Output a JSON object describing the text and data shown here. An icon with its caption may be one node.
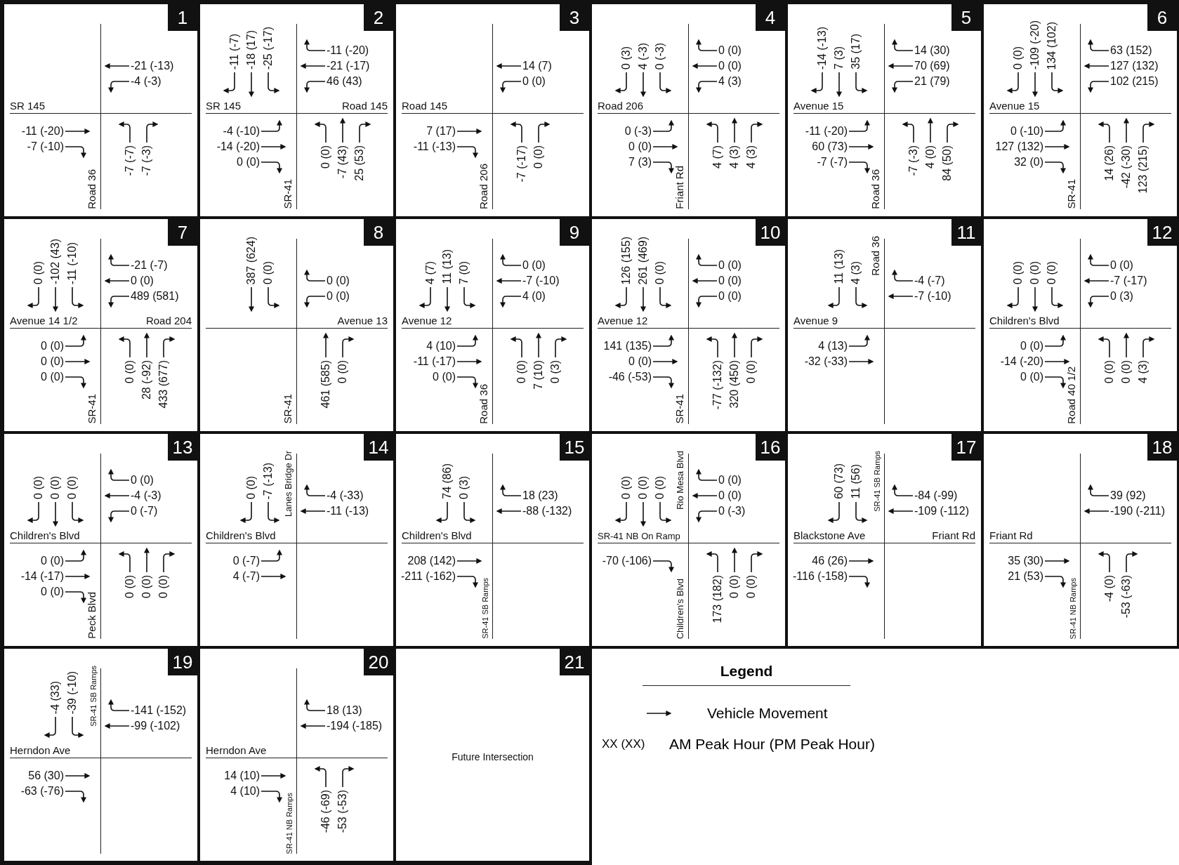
{
  "diagram": {
    "nodes": [
      {
        "text": [
          "1",
          "SR 145",
          "Road 36",
          "-21 (-13)",
          "-4 (-3)",
          "-11 (-20)",
          "-7 (-10)",
          "-7 (-7)",
          "-7 (-3)"
        ]
      },
      {
        "text": [
          "2",
          "SR 145",
          "Road 145",
          "SR-41",
          "-11 (-7)",
          "-18 (17)",
          "-25 (-17)",
          "-11 (-20)",
          "-21 (-17)",
          "46 (43)",
          "-4 (-10)",
          "-14 (-20)",
          "0 (0)",
          "0 (0)",
          "-7 (43)",
          "25 (53)"
        ]
      },
      {
        "text": [
          "3",
          "Road 145",
          "Road 206",
          "14 (7)",
          "0 (0)",
          "7 (17)",
          "-11 (-13)",
          "-7 (-17)",
          "0 (0)"
        ]
      },
      {
        "text": [
          "4",
          "Road 206",
          "Friant Rd",
          "0 (3)",
          "4 (-3)",
          "0 (-3)",
          "0 (0)",
          "0 (0)",
          "4 (3)",
          "0 (-3)",
          "0 (0)",
          "7 (3)",
          "4 (7)",
          "4 (3)",
          "4 (3)"
        ]
      },
      {
        "text": [
          "5",
          "Avenue 15",
          "Road 36",
          "-14 (-13)",
          "7 (3)",
          "35 (17)",
          "14 (30)",
          "70 (69)",
          "21 (79)",
          "-11 (-20)",
          "60 (73)",
          "-7 (-7)",
          "-7 (-3)",
          "4 (0)",
          "84 (50)"
        ]
      },
      {
        "text": [
          "6",
          "Avenue 15",
          "SR-41",
          "0 (0)",
          "-109 (-20)",
          "134 (102)",
          "63 (152)",
          "127 (132)",
          "102 (215)",
          "0 (-10)",
          "127 (132)",
          "32 (0)",
          "14 (26)",
          "-42 (-30)",
          "123 (215)"
        ]
      },
      {
        "text": [
          "7",
          "Avenue 14 1/2",
          "Road 204",
          "SR-41",
          "0 (0)",
          "-102 (43)",
          "-11 (-10)",
          "-21 (-7)",
          "0 (0)",
          "489 (581)",
          "0 (0)",
          "0 (0)",
          "0 (0)",
          "0 (0)",
          "28 (-92)",
          "433 (677)"
        ]
      },
      {
        "text": [
          "8",
          "Avenue 13",
          "SR-41",
          "387 (624)",
          "0 (0)",
          "0 (0)",
          "0 (0)",
          "461 (585)",
          "0 (0)"
        ]
      },
      {
        "text": [
          "9",
          "Avenue 12",
          "Road 36",
          "4 (7)",
          "11 (13)",
          "7 (0)",
          "0 (0)",
          "-7 (-10)",
          "4 (0)",
          "4 (10)",
          "-11 (-17)",
          "0 (0)",
          "0 (0)",
          "7 (10)",
          "0 (3)"
        ]
      },
      {
        "text": [
          "10",
          "Avenue 12",
          "SR-41",
          "126 (155)",
          "261 (469)",
          "0 (0)",
          "0 (0)",
          "0 (0)",
          "0 (0)",
          "141 (135)",
          "0 (0)",
          "-46 (-53)",
          "-77 (-132)",
          "320 (450)",
          "0 (0)"
        ]
      },
      {
        "text": [
          "11",
          "Road 36",
          "Avenue 9",
          "11 (13)",
          "4 (3)",
          "-4 (-7)",
          "-7 (-10)",
          "4 (13)",
          "-32 (-33)"
        ]
      },
      {
        "text": [
          "12",
          "Children's Blvd",
          "Road 40 1/2",
          "0 (0)",
          "0 (0)",
          "0 (0)",
          "0 (0)",
          "-7 (-17)",
          "0 (3)",
          "0 (0)",
          "-14 (-20)",
          "0 (0)",
          "0 (0)",
          "0 (0)",
          "4 (3)"
        ]
      },
      {
        "text": [
          "13",
          "Children's Blvd",
          "Peck Blvd",
          "0 (0)",
          "0 (0)",
          "0 (0)",
          "0 (0)",
          "-4 (-3)",
          "0 (-7)",
          "0 (0)",
          "-14 (-17)",
          "0 (0)",
          "0 (0)",
          "0 (0)",
          "0 (0)"
        ]
      },
      {
        "text": [
          "14",
          "Lanes Bridge Dr",
          "Children's Blvd",
          "0 (0)",
          "-7 (-13)",
          "-4 (-33)",
          "-11 (-13)",
          "0 (-7)",
          "4 (-7)"
        ]
      },
      {
        "text": [
          "15",
          "Children's Blvd",
          "SR-41 SB Ramps",
          "74 (86)",
          "0 (3)",
          "18 (23)",
          "-88 (-132)",
          "208 (142)",
          "-211 (-162)"
        ]
      },
      {
        "text": [
          "16",
          "Rio Mesa Blvd",
          "SR-41 NB On Ramp",
          "Children's Blvd",
          "0 (0)",
          "0 (0)",
          "0 (0)",
          "0 (0)",
          "0 (0)",
          "0 (-3)",
          "-70 (-106)",
          "173 (182)",
          "0 (0)",
          "0 (0)"
        ]
      },
      {
        "text": [
          "17",
          "SR-41 SB Ramps",
          "Blackstone Ave",
          "Friant Rd",
          "60 (73)",
          "11 (56)",
          "-84 (-99)",
          "-109 (-112)",
          "46 (26)",
          "-116 (-158)"
        ]
      },
      {
        "text": [
          "18",
          "Friant Rd",
          "SR-41 NB Ramps",
          "39 (92)",
          "-190 (-211)",
          "35 (30)",
          "21 (53)",
          "-4 (0)",
          "-53 (-63)"
        ]
      },
      {
        "text": [
          "19",
          "SR-41 SB Ramps",
          "Herndon Ave",
          "-4 (33)",
          "-39 (-10)",
          "-141 (-152)",
          "-99 (-102)",
          "56 (30)",
          "-63 (-76)"
        ]
      },
      {
        "text": [
          "20",
          "Herndon Ave",
          "SR-41 NB Ramps",
          "18 (13)",
          "-194 (-185)",
          "14 (10)",
          "4 (10)",
          "-46 (-69)",
          "-53 (-53)"
        ]
      },
      {
        "text": [
          "21",
          "Future Intersection"
        ]
      }
    ],
    "labels": [
      "Legend",
      "XX (XX)"
    ],
    "legend": [
      {
        "text": "Vehicle Movement"
      },
      {
        "text": "AM Peak Hour (PM Peak Hour)"
      }
    ]
  }
}
